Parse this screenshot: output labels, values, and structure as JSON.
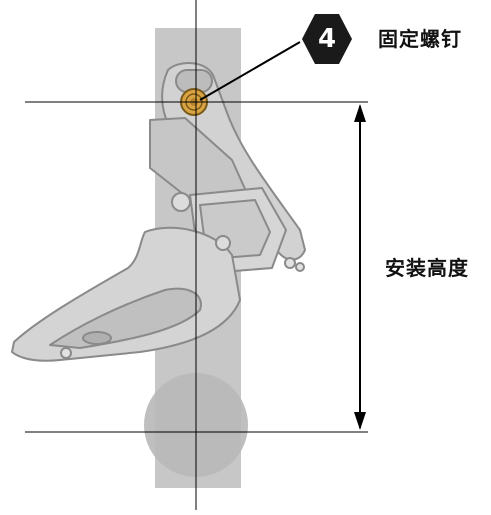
{
  "callout": {
    "step_number": "4",
    "label": "固定螺钉",
    "badge_color": "#1a1a1a"
  },
  "dimension": {
    "label": "安装高度"
  },
  "colors": {
    "part_fill": "#c9c9c9",
    "part_stroke": "#8e8e8e",
    "tube_fill": "#bdbdbd",
    "screw_fill": "#d9a441",
    "line_color": "#000000"
  }
}
